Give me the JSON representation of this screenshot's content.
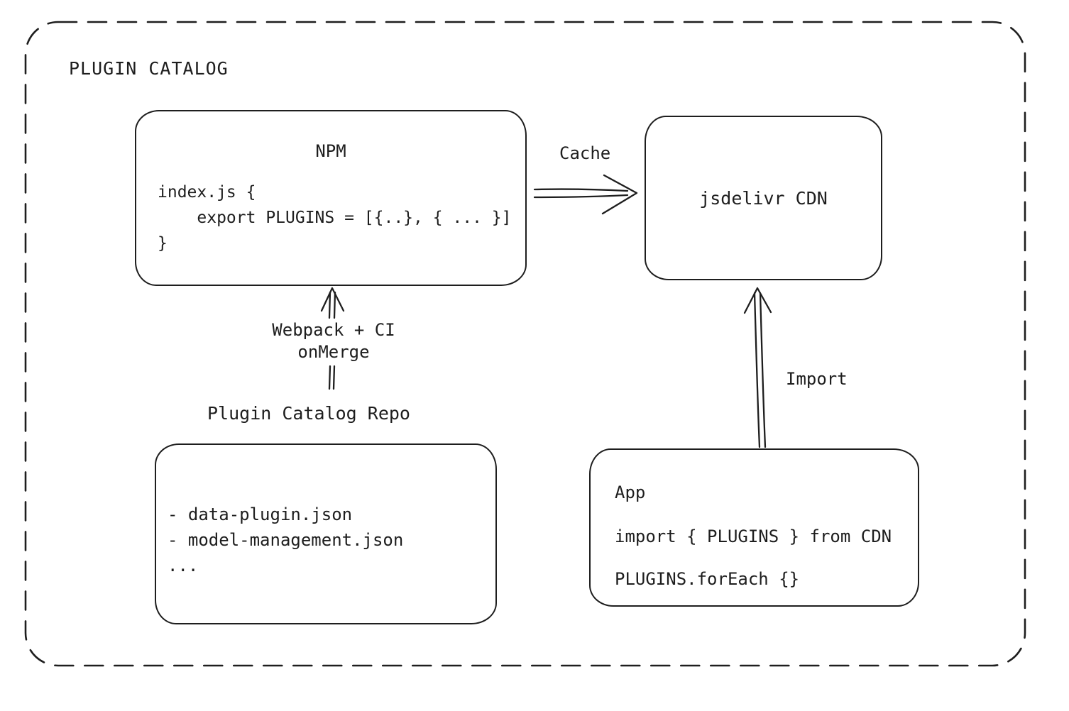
{
  "diagram": {
    "frame_title": "PLUGIN CATALOG",
    "colors": {
      "stroke": "#1e1e1e",
      "background": "#ffffff"
    },
    "nodes": {
      "npm": {
        "title": "NPM",
        "code": "index.js {\n    export PLUGINS = [{..}, { ... }]\n}"
      },
      "cdn": {
        "title": "jsdelivr CDN"
      },
      "repo": {
        "label": "Plugin Catalog Repo",
        "items": "- data-plugin.json\n- model-management.json\n..."
      },
      "app": {
        "title": "App",
        "line1": "import { PLUGINS } from CDN",
        "line2": "PLUGINS.forEach {}"
      }
    },
    "edges": {
      "cache_label": "Cache",
      "build_label": "Webpack + CI\nonMerge",
      "import_label": "Import"
    }
  }
}
